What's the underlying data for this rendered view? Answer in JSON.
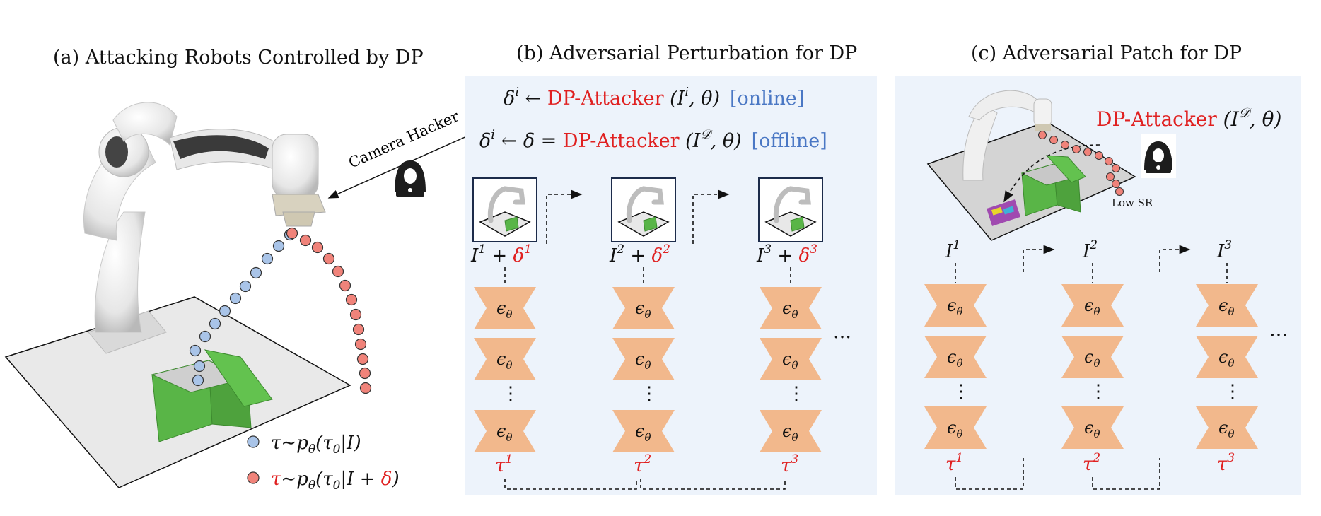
{
  "panel_a": {
    "title": "(a) Attacking Robots Controlled by DP",
    "camera_hacker": "Camera Hacker",
    "legend_clean": "τ∼p",
    "legend_clean_sub": "θ",
    "legend_clean_args": "(τ",
    "legend_clean_sub0": "0",
    "legend_clean_end": "|I)",
    "legend_attack_tau": "τ",
    "legend_attack_mid": "∼p",
    "legend_attack_sub": "θ",
    "legend_attack_args": "(τ",
    "legend_attack_sub0": "0",
    "legend_attack_end": "|I + ",
    "legend_attack_delta": "δ",
    "legend_attack_close": ")",
    "colors": {
      "clean_dot": "#a9c4e8",
      "attack_dot": "#f0837a",
      "box": "#5bbb4a"
    }
  },
  "panel_b": {
    "title": "(b) Adversarial Perturbation for DP",
    "line1": {
      "lhs": "δ",
      "lhs_sup": "i",
      "arrow": " ← ",
      "attacker": "DP-Attacker",
      "args_open": " (I",
      "args_sup": "i",
      "args_rest": ", θ)",
      "tag": "[online]"
    },
    "line2": {
      "lhs": "δ",
      "lhs_sup": "i",
      "mid": " ← δ = ",
      "attacker": "DP-Attacker",
      "args_open": " (I",
      "args_sup": "𝒟",
      "args_rest": ", θ)",
      "tag": "[offline]"
    },
    "frames": [
      {
        "I": "I",
        "sup": "1",
        "plus": " + ",
        "d": "δ",
        "dsup": "1",
        "tau": "τ",
        "tau_sup": "1"
      },
      {
        "I": "I",
        "sup": "2",
        "plus": " + ",
        "d": "δ",
        "dsup": "2",
        "tau": "τ",
        "tau_sup": "2"
      },
      {
        "I": "I",
        "sup": "3",
        "plus": " + ",
        "d": "δ",
        "dsup": "3",
        "tau": "τ",
        "tau_sup": "3"
      }
    ],
    "eps": "ϵ",
    "eps_sub": "θ",
    "vdots": "⋮",
    "ellipsis": "…",
    "colors": {
      "background": "#edf3fb",
      "block": "#f2b88c",
      "red": "#e02020",
      "blue": "#4a77c4"
    }
  },
  "panel_c": {
    "title": "(c) Adversarial Patch for DP",
    "attacker": "DP-Attacker",
    "args_open": " (I",
    "args_sup": "𝒟",
    "args_rest": ", θ)",
    "low_sr": "Low SR",
    "frames": [
      {
        "I": "I",
        "sup": "1",
        "tau": "τ",
        "tau_sup": "1"
      },
      {
        "I": "I",
        "sup": "2",
        "tau": "τ",
        "tau_sup": "2"
      },
      {
        "I": "I",
        "sup": "3",
        "tau": "τ",
        "tau_sup": "3"
      }
    ],
    "eps": "ϵ",
    "eps_sub": "θ",
    "vdots": "⋮",
    "ellipsis": "…"
  }
}
